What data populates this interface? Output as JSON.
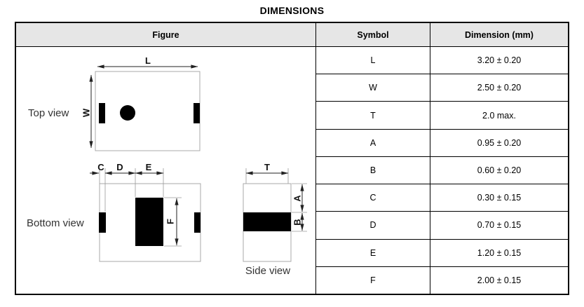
{
  "title": "DIMENSIONS",
  "table": {
    "columns": [
      "Figure",
      "Symbol",
      "Dimension (mm)"
    ],
    "rows": [
      {
        "symbol": "L",
        "dimension": "3.20 ± 0.20"
      },
      {
        "symbol": "W",
        "dimension": "2.50 ± 0.20"
      },
      {
        "symbol": "T",
        "dimension": "2.0 max."
      },
      {
        "symbol": "A",
        "dimension": "0.95 ± 0.20"
      },
      {
        "symbol": "B",
        "dimension": "0.60 ± 0.20"
      },
      {
        "symbol": "C",
        "dimension": "0.30 ± 0.15"
      },
      {
        "symbol": "D",
        "dimension": "0.70 ± 0.15"
      },
      {
        "symbol": "E",
        "dimension": "1.20 ± 0.15"
      },
      {
        "symbol": "F",
        "dimension": "2.00 ± 0.15"
      }
    ]
  },
  "figure": {
    "views": {
      "top": "Top view",
      "bottom": "Bottom view",
      "side": "Side view"
    },
    "labels": {
      "L": "L",
      "W": "W",
      "C": "C",
      "D": "D",
      "E": "E",
      "F": "F",
      "T": "T",
      "A": "A",
      "B": "B"
    }
  },
  "colors": {
    "header_bg": "#e6e6e6",
    "table_border": "#000000",
    "drawing_outline": "#a8a8a8",
    "dimension_line": "#222222",
    "pad_fill": "#000000"
  }
}
